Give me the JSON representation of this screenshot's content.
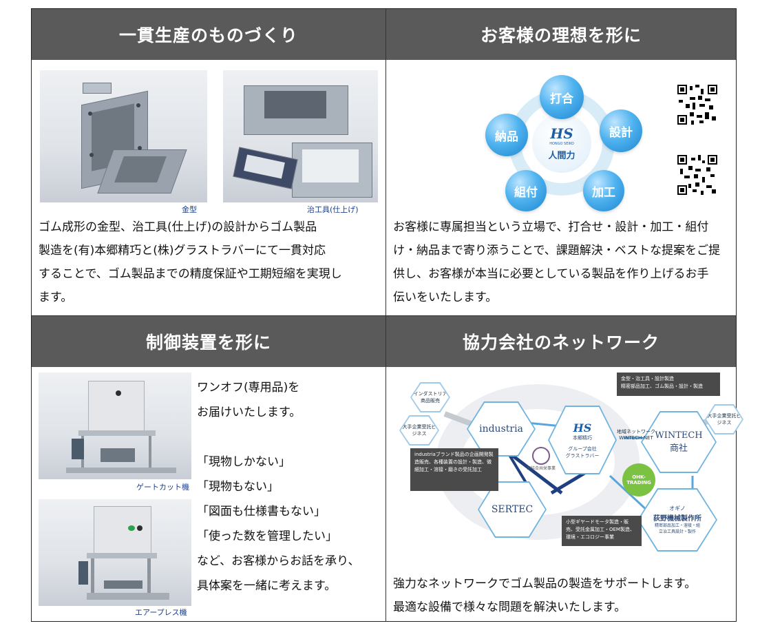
{
  "sections": {
    "s1": {
      "title": "一貫生産のものづくり",
      "caption_left": "金型",
      "caption_right": "治工具(仕上げ)",
      "lines": [
        "ゴム成形の金型、治工具(仕上げ)の設計からゴム製品",
        "製造を(有)本郷精巧と(株)グラストラバーにて一貫対応",
        "することで、ゴム製品までの精度保証や工期短縮を実現し",
        "ます。"
      ]
    },
    "s2": {
      "title": "お客様の理想を形に",
      "diagram": {
        "top": "打合",
        "right": "設計",
        "bottom_right": "加工",
        "bottom_left": "組付",
        "left": "納品",
        "center_logo": "HS",
        "center_sub": "HONGO SEIKO",
        "center_label": "人間力"
      },
      "lines": [
        "お客様に専属担当という立場で、打合せ・設計・加工・組付",
        "け・納品まで寄り添うことで、課題解決・ベストな提案をご提",
        "供し、お客様が本当に必要としている製品を作り上げるお手",
        "伝いをいたします。"
      ]
    },
    "s3": {
      "title": "制御装置を形に",
      "caption_top": "ゲートカット機",
      "caption_bottom": "エアープレス機",
      "lines": [
        "ワンオフ(専用品)を",
        "お届けいたします。",
        "",
        "「現物しかない」",
        "「現物もない」",
        "「図面も仕様書もない」",
        "「使った数を管理したい」",
        "など、お客様からお話を承り、",
        "具体案を一緒に考えます。"
      ]
    },
    "s4": {
      "title": "協力会社のネットワーク",
      "network": {
        "industria": "industria",
        "sertec": "SERTEC",
        "wintech": "WINTECH",
        "wintech_sub": "商社",
        "ogino_kana": "オギノ",
        "ogino": "荻野機械製作所",
        "ogino_desc": "精密部品加工・溶接・組立治工具設計・製作",
        "hs_name": "本郷精巧",
        "group": "グループ会社",
        "glast": "グラストラバー",
        "ohk": "OHK-TRADING",
        "ind_trade": "インダストリア商品販売",
        "big_left": "大手企業受託ビジネス",
        "big_right": "大手企業受託ビジネス",
        "wintech_net_1": "地域ネットワーク",
        "wintech_net_2": "WINTECH-NET",
        "hs_box_1": "金型・治工具・設計製造",
        "hs_box_2": "精密部品加工、ゴム製品・設計・製造",
        "ind_box": "industriaブランド製品の企画開発製造販売、各種装置の設計・製造、微細加工・溶接・磨きの受託加工",
        "sertec_box": "小型ギヤードモータ製造・販売、受託金属加工・OEM製造、環境・エコロジー事業",
        "center_mark": "密結合共栄事業"
      },
      "lines": [
        "強力なネットワークでゴム製品の製造をサポートします。",
        "最適な設備で様々な問題を解決いたします。"
      ]
    }
  },
  "colors": {
    "header_bg": "#5a5a5a",
    "accent_blue": "#1e84cf",
    "caption_blue": "#1b3f8b",
    "ohk_green": "#7cc242"
  }
}
